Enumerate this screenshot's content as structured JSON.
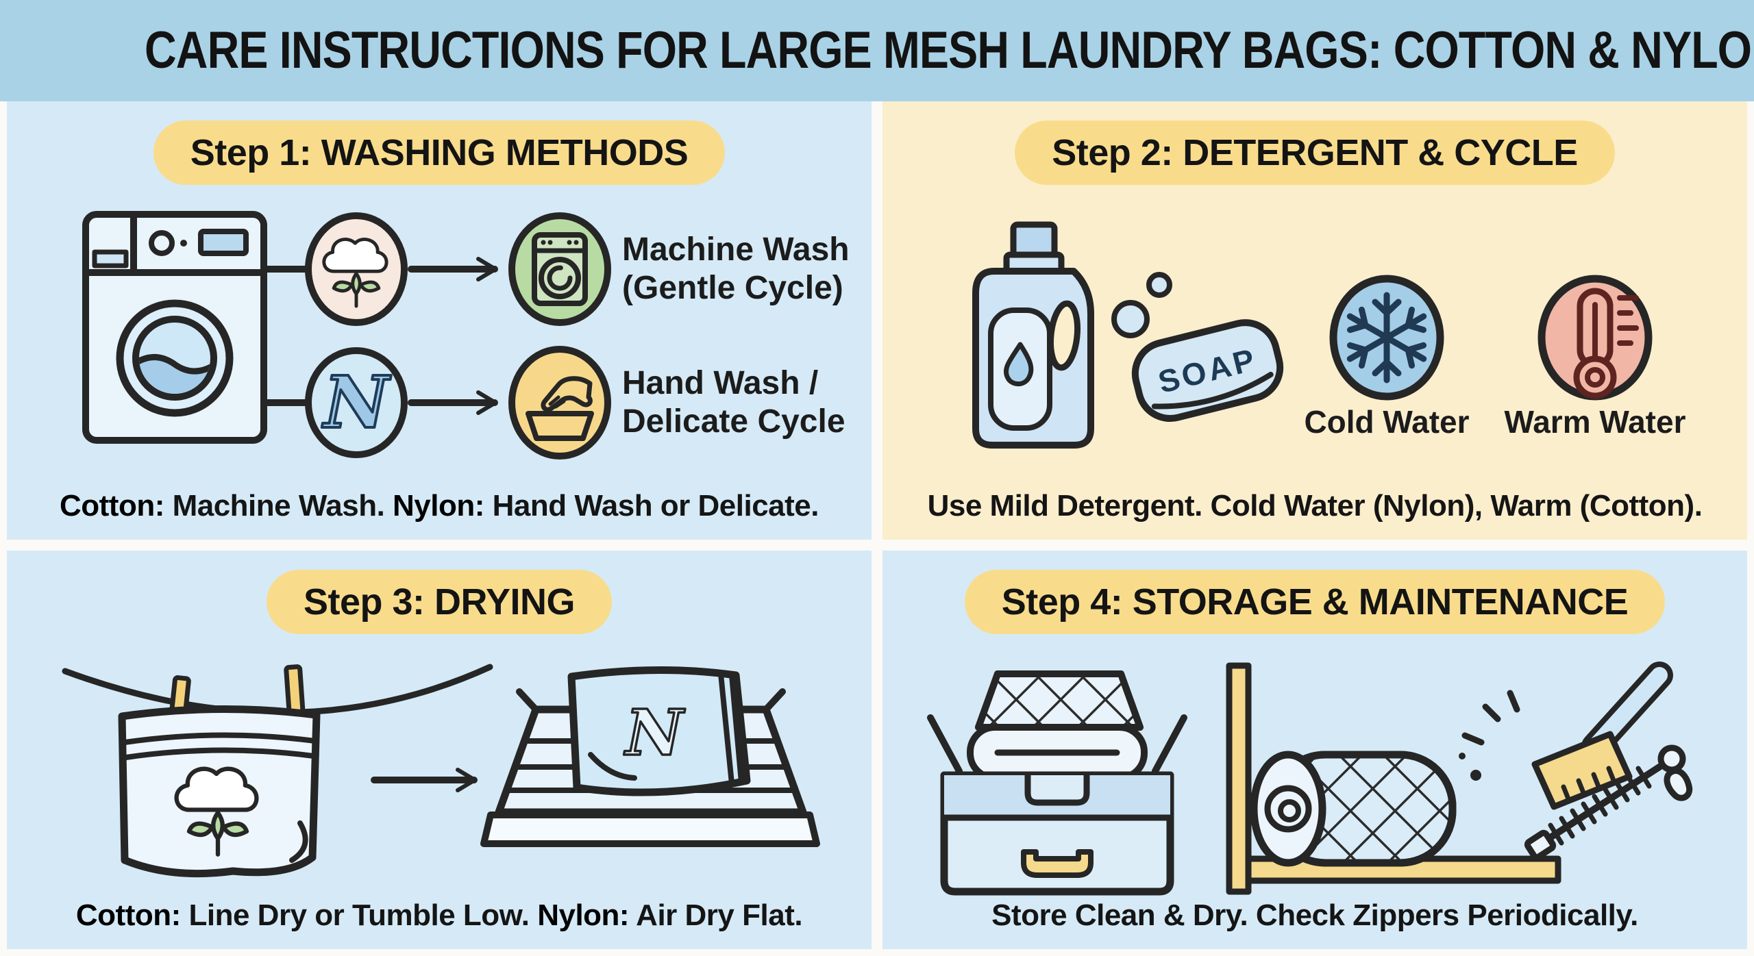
{
  "title": "CARE INSTRUCTIONS FOR LARGE MESH LAUNDRY BAGS: COTTON & NYLON",
  "step1": {
    "header": "Step 1: WASHING METHODS",
    "cotton_route": {
      "label_line1": "Machine Wash",
      "label_line2": "(Gentle Cycle)"
    },
    "nylon_route": {
      "label_line1": "Hand Wash /",
      "label_line2": "Delicate Cycle"
    },
    "nylon_letter": "N",
    "footer": {
      "bold1": "Cotton:",
      "text1": " Machine Wash. ",
      "bold2": "Nylon:",
      "text2": " Hand Wash or Delicate."
    }
  },
  "step2": {
    "header": "Step 2: DETERGENT & CYCLE",
    "soap_label": "SOAP",
    "cold_label": "Cold Water",
    "warm_label": "Warm Water",
    "footer": {
      "text1": "Use Mild Detergent. Cold Water (Nylon), Warm (Cotton)."
    }
  },
  "step3": {
    "header": "Step 3: DRYING",
    "nylon_letter": "N",
    "footer": {
      "bold1": "Cotton:",
      "text1": " Line Dry or Tumble Low. ",
      "bold2": "Nylon:",
      "text2": " Air Dry Flat."
    }
  },
  "step4": {
    "header": "Step 4: STORAGE & MAINTENANCE",
    "footer": {
      "text1": "Store Clean & Dry. Check Zippers Periodically."
    }
  },
  "colors": {
    "title_band": "#a9d2e6",
    "panel_blue": "#d5eaf6",
    "panel_cream": "#fbeecd",
    "header_pill": "#f8dc8c",
    "ink": "#1c1c1c",
    "cotton_badge": "#f7e8e0",
    "machine_badge": "#b8dba4",
    "handwash_badge": "#f7d88b",
    "nylon_badge": "#d2e9f6",
    "cold_badge": "#a4cde8",
    "warm_badge": "#f1b6a6",
    "accent_yellow": "#f5d98c",
    "icon_blue": "#cfe4f4"
  }
}
